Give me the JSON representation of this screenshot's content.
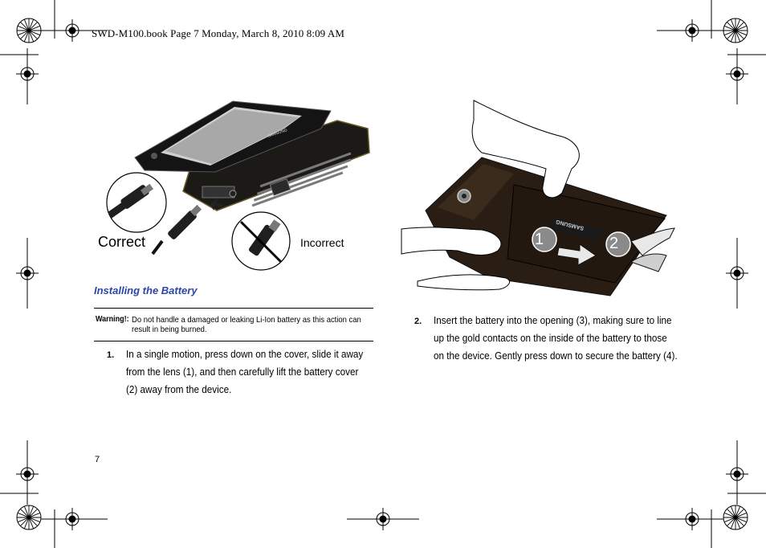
{
  "header": {
    "text": "SWD-M100.book  Page 7  Monday, March 8, 2010  8:09 AM"
  },
  "figure1": {
    "correct_label": "Correct",
    "incorrect_label": "Incorrect",
    "brand_text": "SAMSUNG"
  },
  "caption": "Installing the Battery",
  "warning": {
    "label": "Warning!:",
    "text": "Do not handle a damaged or leaking Li-Ion battery as this action can result in being burned."
  },
  "steps": [
    {
      "number": "1.",
      "text": "In a single motion, press down on the cover, slide it away from the lens (1), and then carefully lift the battery cover (2) away from the device."
    },
    {
      "number": "2.",
      "text": "Insert the battery into the opening (3), making sure to line up the gold contacts on the inside of the battery to those on the device. Gently press down to secure the battery (4)."
    }
  ],
  "figure2": {
    "marker_1": "1",
    "marker_2": "2",
    "brand_text": "SAMSUNG"
  },
  "page_number": "7"
}
